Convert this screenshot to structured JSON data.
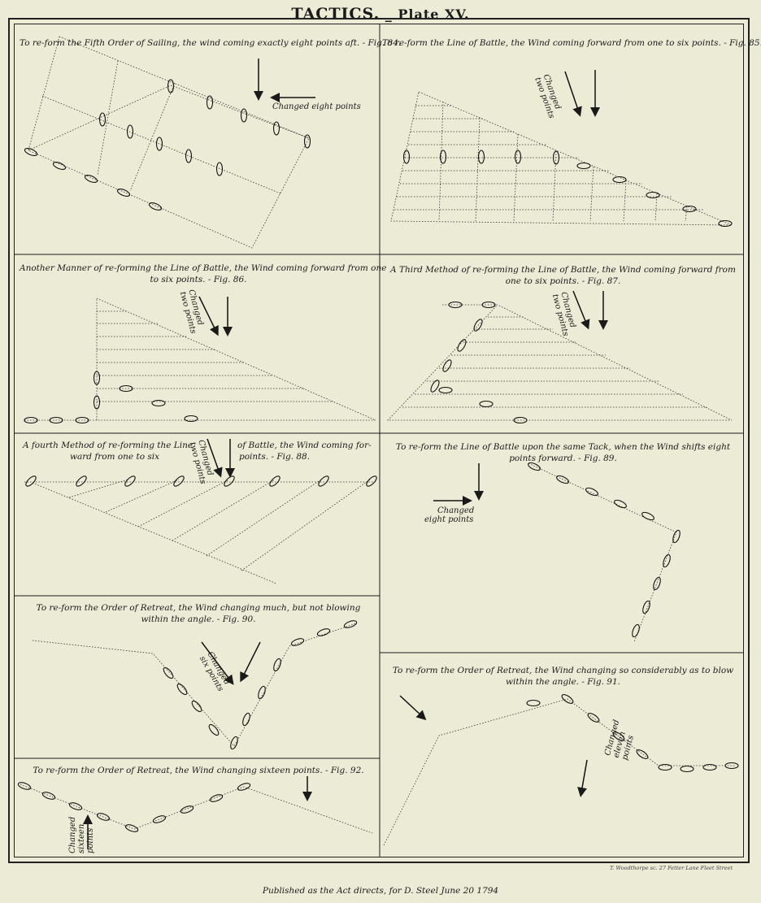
{
  "plate_title_a": "TACTICS.",
  "plate_title_b": "_ Plate XV.",
  "figures": {
    "fig84": {
      "caption": "To re-form the Fifth Order of Sailing, the wind coming exactly eight points aft. - Fig. 84.",
      "note": "Changed eight points"
    },
    "fig85": {
      "caption": "To re-form the Line of Battle, the Wind coming forward from one to six points. - Fig. 85.",
      "note": "Changed two points"
    },
    "fig86": {
      "caption_l1": "Another Manner of re-forming the Line of Battle, the Wind coming forward from one",
      "caption_l2": "to six points. - Fig. 86.",
      "note": "Changed two points"
    },
    "fig87": {
      "caption_l1": "A Third Method of re-forming the Line of Battle, the Wind coming forward from",
      "caption_l2": "one to six points. - Fig. 87.",
      "note": "Changed two points"
    },
    "fig88": {
      "caption_a": "A fourth Method of re-forming the Line",
      "caption_b": "of Battle, the Wind coming for-",
      "caption_l2a": "ward from one to six",
      "caption_l2b": "points. - Fig. 88.",
      "note": "Changed two points"
    },
    "fig89": {
      "caption_l1": "To re-form the Line of Battle upon the same Tack, when the Wind shifts eight",
      "caption_l2": "points forward. - Fig. 89.",
      "note_l1": "Changed",
      "note_l2": "eight points"
    },
    "fig90": {
      "caption_l1": "To re-form the Order of Retreat, the Wind changing much, but not blowing",
      "caption_l2": "within the angle. - Fig. 90.",
      "note": "Changed six points"
    },
    "fig91": {
      "caption_l1": "To re-form the Order of Retreat, the Wind changing so considerably as to blow",
      "caption_l2": "within the angle. - Fig. 91.",
      "note": "Changed eleven points"
    },
    "fig92": {
      "caption": "To re-form the Order of Retreat, the Wind changing sixteen points. - Fig. 92.",
      "note": "Changed sixteen points"
    }
  },
  "engraver": "T. Woodthorpe sc. 27 Fetter Lane Fleet Street",
  "published": "Published as the Act directs, for D. Steel  June 20 1794"
}
